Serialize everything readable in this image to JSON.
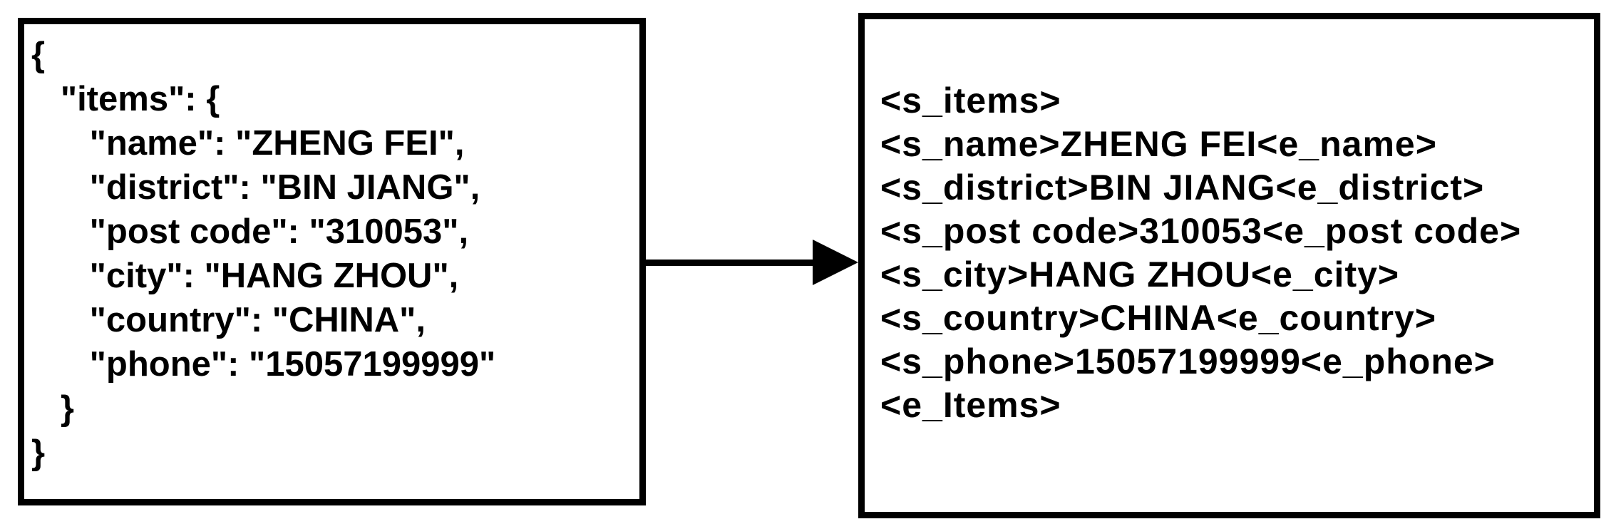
{
  "figure": {
    "colors": {
      "background": "#ffffff",
      "border": "#000000",
      "text": "#000000",
      "arrow": "#000000"
    },
    "json_box": {
      "lines": [
        "{",
        "   \"items\": {",
        "      \"name\": \"ZHENG FEI\",",
        "      \"district\": \"BIN JIANG\",",
        "      \"post code\": \"310053\",",
        "      \"city\": \"HANG ZHOU\",",
        "      \"country\": \"CHINA\",",
        "      \"phone\": \"15057199999\"",
        "   }",
        "}"
      ]
    },
    "token_box": {
      "lines": [
        "<s_items>",
        "<s_name>ZHENG FEI<e_name>",
        "<s_district>BIN JIANG<e_district>",
        "<s_post code>310053<e_post code>",
        "<s_city>HANG ZHOU<e_city>",
        "<s_country>CHINA<e_country>",
        "<s_phone>15057199999<e_phone>",
        "<e_Items>"
      ]
    }
  }
}
